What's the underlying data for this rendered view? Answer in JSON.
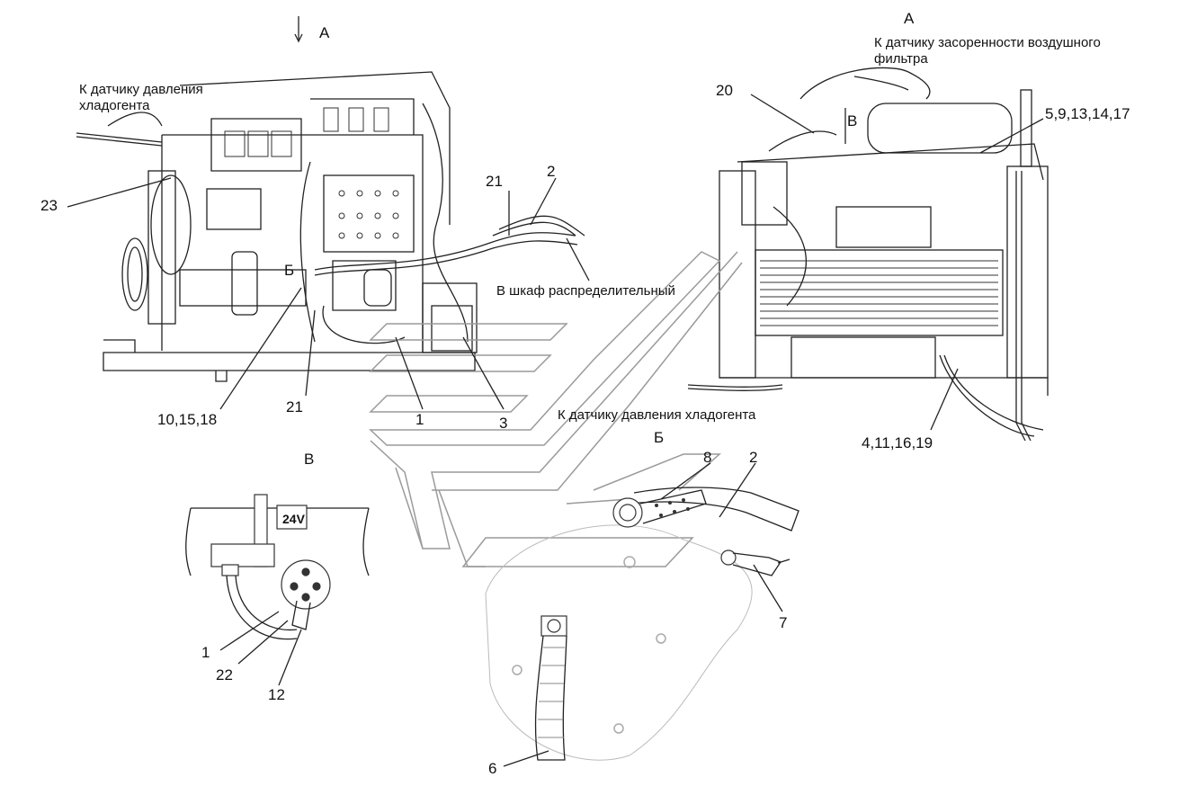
{
  "view_labels": {
    "a_left": "А",
    "a_right": "А",
    "b_left": "Б",
    "b_detail": "Б",
    "v_left": "В",
    "v_right": "В"
  },
  "notes": {
    "refrigerant_sensor_left_1": "К датчику давления",
    "refrigerant_sensor_left_2": "хладогента",
    "air_filter_sensor_1": "К датчику засоренности воздушного",
    "air_filter_sensor_2": "фильтра",
    "to_cabinet": "В шкаф распределительный",
    "refrigerant_sensor_right": "К датчику давления хладогента"
  },
  "voltage_tag": "24V",
  "callouts": {
    "c23": "23",
    "c21_top": "21",
    "c2_top": "2",
    "c10_15_18": "10,15,18",
    "c21_bottom": "21",
    "c1_center": "1",
    "c3": "3",
    "c20": "20",
    "c5_9_13_14_17": "5,9,13,14,17",
    "c4_11_16_19": "4,11,16,19",
    "c8": "8",
    "c2_detail": "2",
    "c7": "7",
    "c6": "6",
    "c1_v": "1",
    "c22": "22",
    "c12": "12"
  }
}
